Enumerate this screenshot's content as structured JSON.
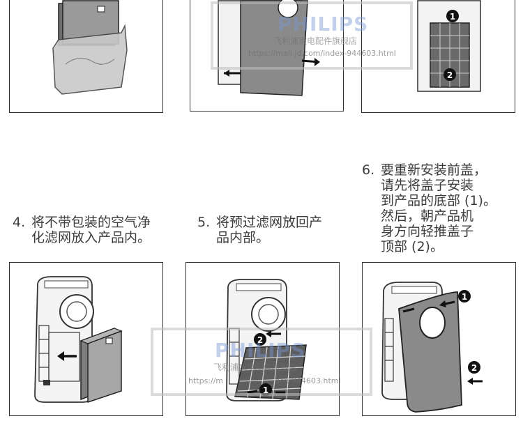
{
  "steps": [
    {
      "num": "4.",
      "text": "将不带包装的空气净\n化滤网放入产品内。"
    },
    {
      "num": "5.",
      "text": "将预过滤网放回产\n品内部。"
    },
    {
      "num": "6.",
      "text": "要重新安装前盖，\n请先将盖子安装\n到产品的底部 (1)。\n然后，朝产品机\n身方向轻推盖子\n顶部 (2)。"
    }
  ],
  "markers": {
    "one": "1",
    "two": "2"
  },
  "watermark": {
    "brand": "PHILIPS",
    "store": "飞利浦家电配件旗舰店",
    "url_top": "https://mall.jd.com/index-944603.html",
    "url_bottom": "https://m",
    "url_bottom_tail": "dex-944603.html"
  },
  "colors": {
    "cover": "#8a8a8a",
    "line": "#333333",
    "text": "#3c3c3c"
  }
}
